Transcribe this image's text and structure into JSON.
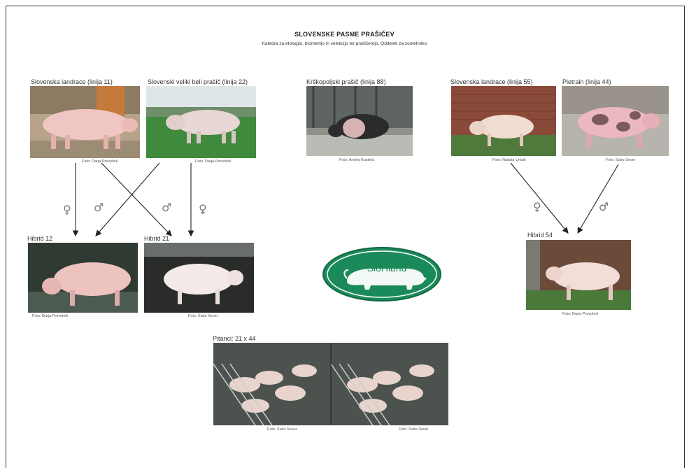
{
  "header": {
    "title": "SLOVENSKE PASME PRAŠIČEV",
    "subtitle": "Katedra za etologijo, biometrijo in selekcijo ter prašičerejo, Oddelek za zootehniko"
  },
  "breeds": [
    {
      "label": "Slovenska landrace (linija 11)",
      "credit": "Foto: Darja Prevolnik"
    },
    {
      "label": "Slovenski veliki beli prašič (linija 22)",
      "credit": "Foto: Darja Prevolnik"
    },
    {
      "label": "Krškopoljski prašič (linija 88)",
      "credit": "Foto: Andrej Kastelic"
    },
    {
      "label": "Slovenska landrace (linija 55)",
      "credit": "Foto: Nataša Urbuk"
    },
    {
      "label": "Pietrain (linija 44)",
      "credit": "Foto: Sašo Sever"
    }
  ],
  "hybrids": [
    {
      "label": "Hibrid 12",
      "credit": "Foto: Darja Prevolnik"
    },
    {
      "label": "Hibrid 21",
      "credit": "Foto: Sašo Sever"
    },
    {
      "label": "Hibrid 54",
      "credit": "Foto: Darja Prevolnik"
    }
  ],
  "pitanci": {
    "label": "Pitanci:  21 x 44",
    "credit_left": "Foto: Sašo Sever",
    "credit_right": "Foto: Sašo Sever"
  },
  "logo": {
    "text": "SloHibrid",
    "color": "#1b8a5a"
  },
  "symbols": {
    "female": "♀",
    "male": "♂"
  }
}
